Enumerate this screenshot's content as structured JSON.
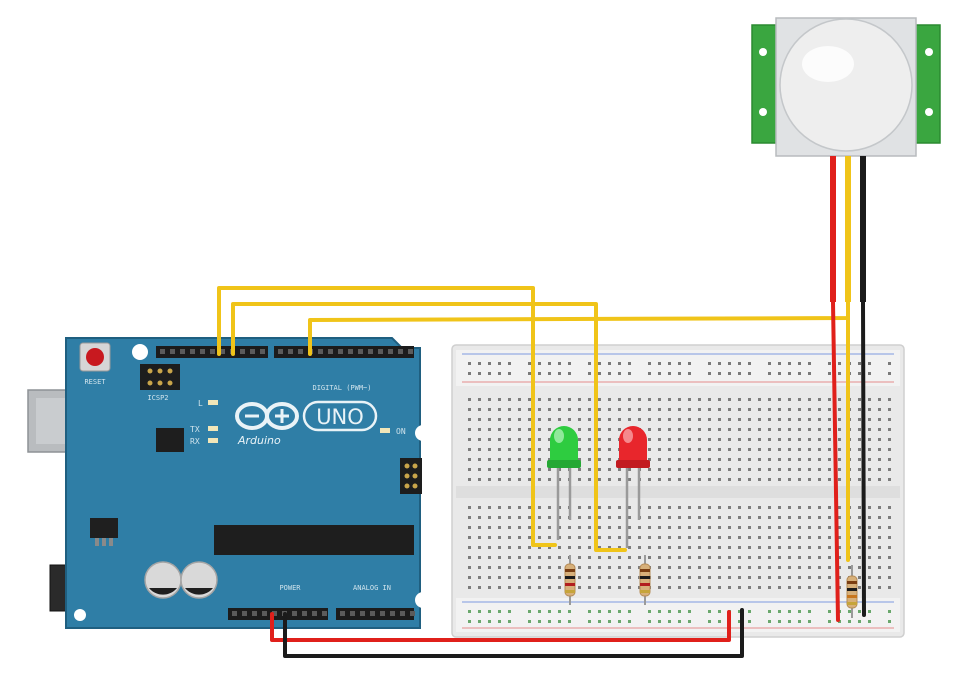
{
  "board": {
    "model_badge": "UNO",
    "brand_script": "Arduino",
    "reset_label": "RESET",
    "icsp_label": "ICSP2",
    "led_l": "L",
    "led_tx": "TX",
    "led_rx": "RX",
    "led_on": "ON",
    "digital_header": "DIGITAL (PWM~)",
    "analog_header": "ANALOG IN",
    "power_header": "POWER"
  },
  "colors": {
    "board": "#2f7ea6",
    "board_edge": "#1f5f80",
    "wire_signal": "#f0c419",
    "wire_power": "#e0201b",
    "wire_ground": "#1b1b1b",
    "pir_pcb": "#3aa640",
    "led_green": "#2ecc40",
    "led_red": "#e8262c",
    "breadboard": "#ececec"
  },
  "components": [
    "arduino-uno",
    "breadboard",
    "pir-motion-sensor",
    "green-led",
    "red-led",
    "resistor",
    "resistor",
    "resistor"
  ]
}
